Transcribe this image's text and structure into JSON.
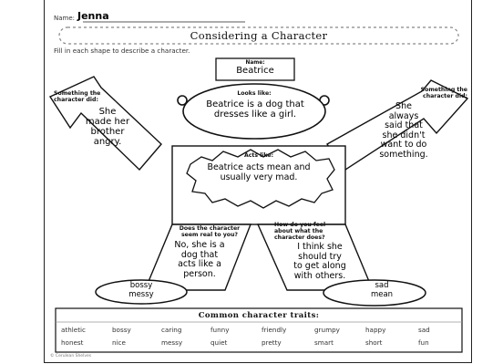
{
  "header": {
    "name_label": "Name:",
    "name_value": "Jenna",
    "title": "Considering a Character",
    "instruction": "Fill in each shape to describe a character."
  },
  "name_box": {
    "label": "Name:",
    "value": "Beatrice"
  },
  "looks_like": {
    "label": "Looks like:",
    "lines": [
      "Beatrice is a dog that",
      "dresses like a girl."
    ]
  },
  "did_left": {
    "label_lines": [
      "Something the",
      "character did:"
    ],
    "lines": [
      "She",
      "made her",
      "brother",
      "angry."
    ]
  },
  "did_right": {
    "label_lines": [
      "Something the",
      "character did:"
    ],
    "lines": [
      "She",
      "always",
      "said that",
      "she didn't",
      "want to do",
      "something."
    ]
  },
  "acts_like": {
    "label": "Acts like:",
    "lines": [
      "Beatrice acts mean and",
      "usually very mad."
    ]
  },
  "seem_real": {
    "label_lines": [
      "Does the character",
      "seem real to you?"
    ],
    "lines": [
      "No, she is a",
      "dog that",
      "acts like a",
      "person."
    ]
  },
  "feel": {
    "label_lines": [
      "How do you feel",
      "about what the",
      "character does?"
    ],
    "lines": [
      "I think she",
      "should try",
      "to get along",
      "with others."
    ]
  },
  "left_oval": {
    "lines": [
      "bossy",
      "messy"
    ]
  },
  "right_oval": {
    "lines": [
      "sad",
      "mean"
    ]
  },
  "traits": {
    "title": "Common character traits:",
    "row1": [
      "athletic",
      "bossy",
      "caring",
      "funny",
      "friendly",
      "grumpy",
      "happy",
      "sad"
    ],
    "row2": [
      "honest",
      "nice",
      "messy",
      "quiet",
      "pretty",
      "smart",
      "short",
      "fun"
    ]
  },
  "footer": "© Cerulean Shelves"
}
